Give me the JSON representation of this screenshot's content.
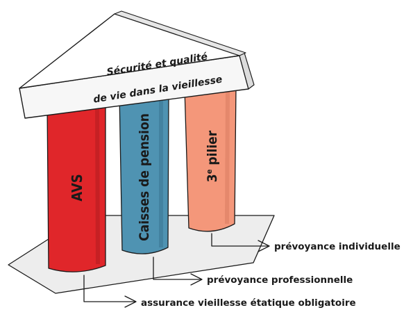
{
  "roof": {
    "line1": "Sécurité et qualité",
    "line2": "de vie dans la vieillesse"
  },
  "pillars": [
    {
      "label": "AVS",
      "color": "#e0262a"
    },
    {
      "label": "Caisses de pension",
      "color": "#4f93b2"
    },
    {
      "label": "3e pilier",
      "label_main": "3",
      "label_sup": "e",
      "label_rest": " pilier",
      "color": "#f4977a"
    }
  ],
  "legend": {
    "individual": "prévoyance individuelle",
    "professional": "prévoyance professionnelle",
    "state": "assurance vieillesse étatique obligatoire"
  }
}
